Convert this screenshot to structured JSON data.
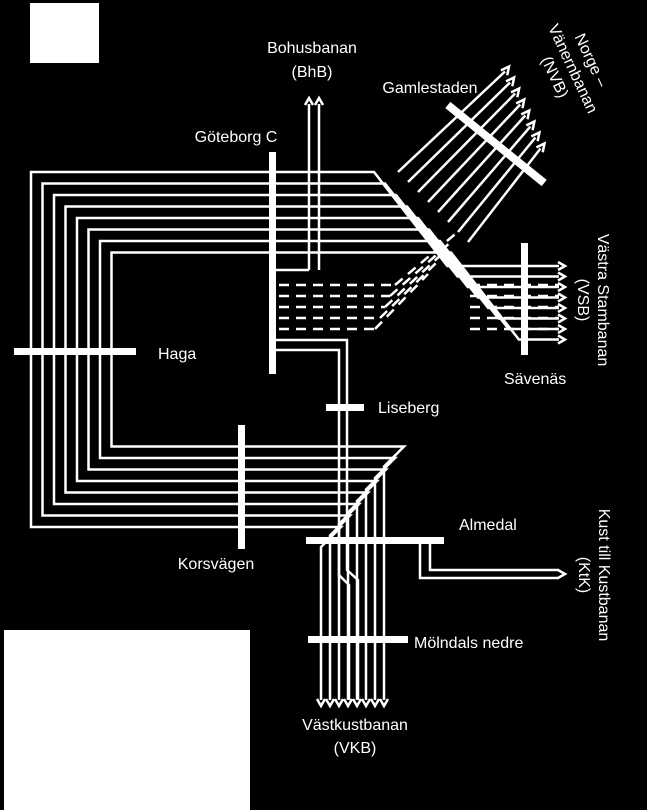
{
  "colors": {
    "background": "#000000",
    "foreground": "#ffffff"
  },
  "lines": {
    "bohusbanan": {
      "name": "Bohusbanan",
      "code": "(BhB)"
    },
    "norge_vanernbanan": {
      "name_line1": "Norge –",
      "name_line2": "Vänernbanan",
      "code": "(NVB)"
    },
    "vastra_stambanan": {
      "name": "Västra Stambanan",
      "code": "(VSB)"
    },
    "kust_till_kustbanan": {
      "name": "Kust till Kustbanan",
      "code": "(KtK)"
    },
    "vastkustbanan": {
      "name": "Västkustbanan",
      "code": "(VKB)"
    }
  },
  "stations": {
    "gamlestaden": "Gamlestaden",
    "goteborg_c": "Göteborg C",
    "haga": "Haga",
    "savenas": "Sävenäs",
    "liseberg": "Liseberg",
    "korsvagen": "Korsvägen",
    "almedal": "Almedal",
    "molndals_nedre": "Mölndals nedre"
  }
}
